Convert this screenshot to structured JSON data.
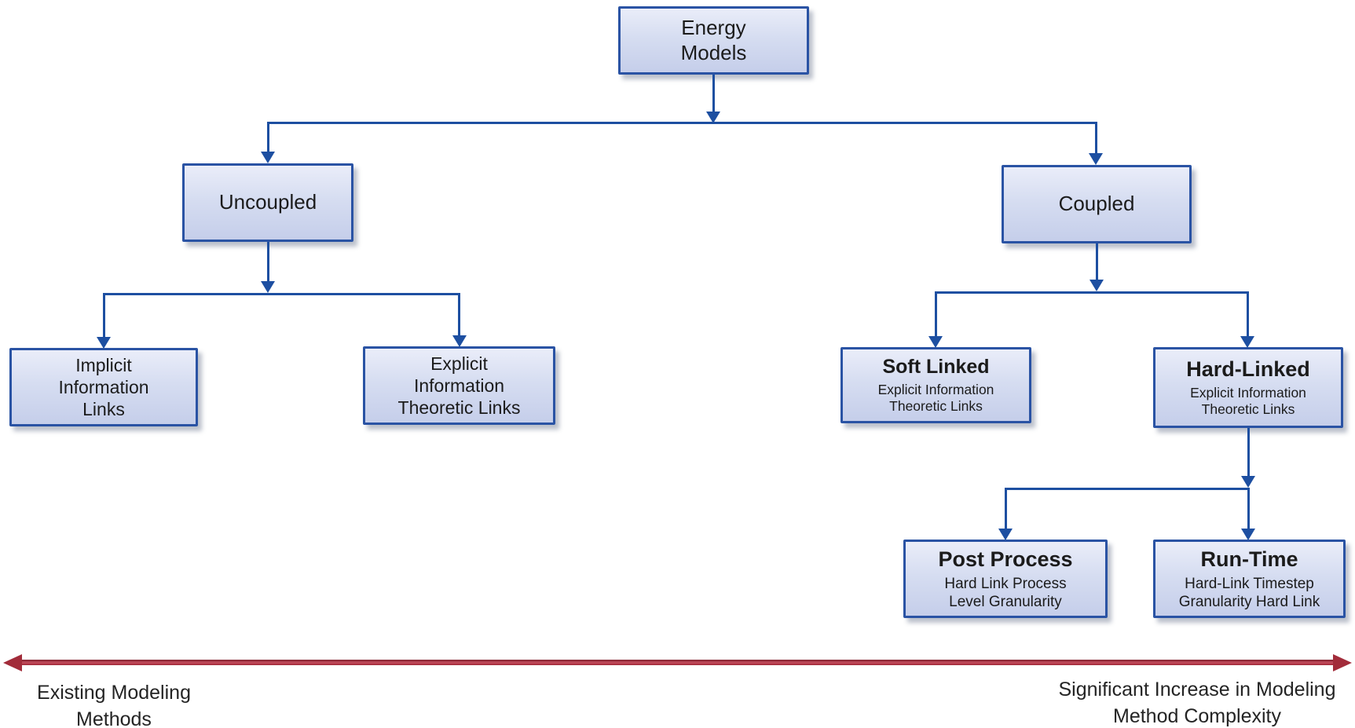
{
  "nodes": {
    "energy_models": {
      "label": "Energy\nModels"
    },
    "uncoupled": {
      "label": "Uncoupled"
    },
    "coupled": {
      "label": "Coupled"
    },
    "implicit": {
      "label": "Implicit\nInformation\nLinks"
    },
    "explicit": {
      "label": "Explicit\nInformation\nTheoretic Links"
    },
    "soft_linked": {
      "title": "Soft Linked",
      "subtitle": "Explicit Information\nTheoretic Links"
    },
    "hard_linked": {
      "title": "Hard-Linked",
      "subtitle": "Explicit Information\nTheoretic Links"
    },
    "post_process": {
      "title": "Post Process",
      "subtitle": "Hard Link Process\nLevel Granularity"
    },
    "run_time": {
      "title": "Run-Time",
      "subtitle": "Hard-Link Timestep\nGranularity Hard Link"
    }
  },
  "complexity_axis": {
    "left_label": "Existing Modeling\nMethods",
    "right_label": "Significant Increase in Modeling\nMethod Complexity"
  },
  "colors": {
    "node_border": "#2a53a4",
    "node_fill_top": "#eaedf9",
    "node_fill_bottom": "#c5ceea",
    "connector": "#1d4fa1",
    "axis_arrow": "#a22c3a",
    "text": "#1b1b1b"
  }
}
